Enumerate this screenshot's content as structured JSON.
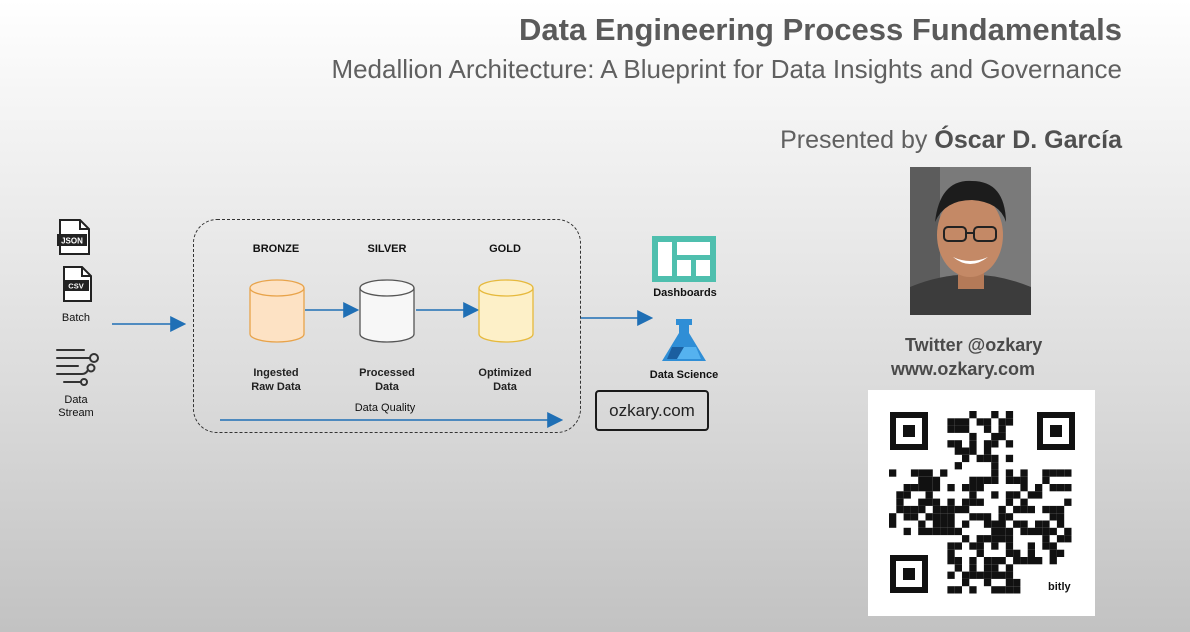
{
  "header": {
    "title": "Data Engineering Process Fundamentals",
    "subtitle": "Medallion Architecture: A Blueprint for Data Insights and Governance",
    "presented_prefix": "Presented by",
    "presenter": "Óscar D. García"
  },
  "contact": {
    "twitter": "Twitter @ozkary",
    "website": "www.ozkary.com",
    "qr_badge": "bitly"
  },
  "sources": {
    "json_icon": "JSON",
    "csv_icon": "CSV",
    "batch": "Batch",
    "stream_line1": "Data",
    "stream_line2": "Stream"
  },
  "layers": [
    {
      "title": "BRONZE",
      "label1": "Ingested",
      "label2": "Raw Data",
      "fill": "#fde2c4",
      "stroke": "#e8a34a"
    },
    {
      "title": "SILVER",
      "label1": "Processed",
      "label2": "Data",
      "fill": "#f7f7f7",
      "stroke": "#555555"
    },
    {
      "title": "GOLD",
      "label1": "Optimized",
      "label2": "Data",
      "fill": "#fdf0c8",
      "stroke": "#e6b93c"
    }
  ],
  "data_quality": "Data Quality",
  "outputs": {
    "dashboards": "Dashboards",
    "data_science": "Data Science"
  },
  "brand_box": "ozkary.com",
  "colors": {
    "arrow": "#1f6fb5",
    "dashboard_teal": "#4fbfae",
    "science_blue": "#2f8ed6"
  }
}
